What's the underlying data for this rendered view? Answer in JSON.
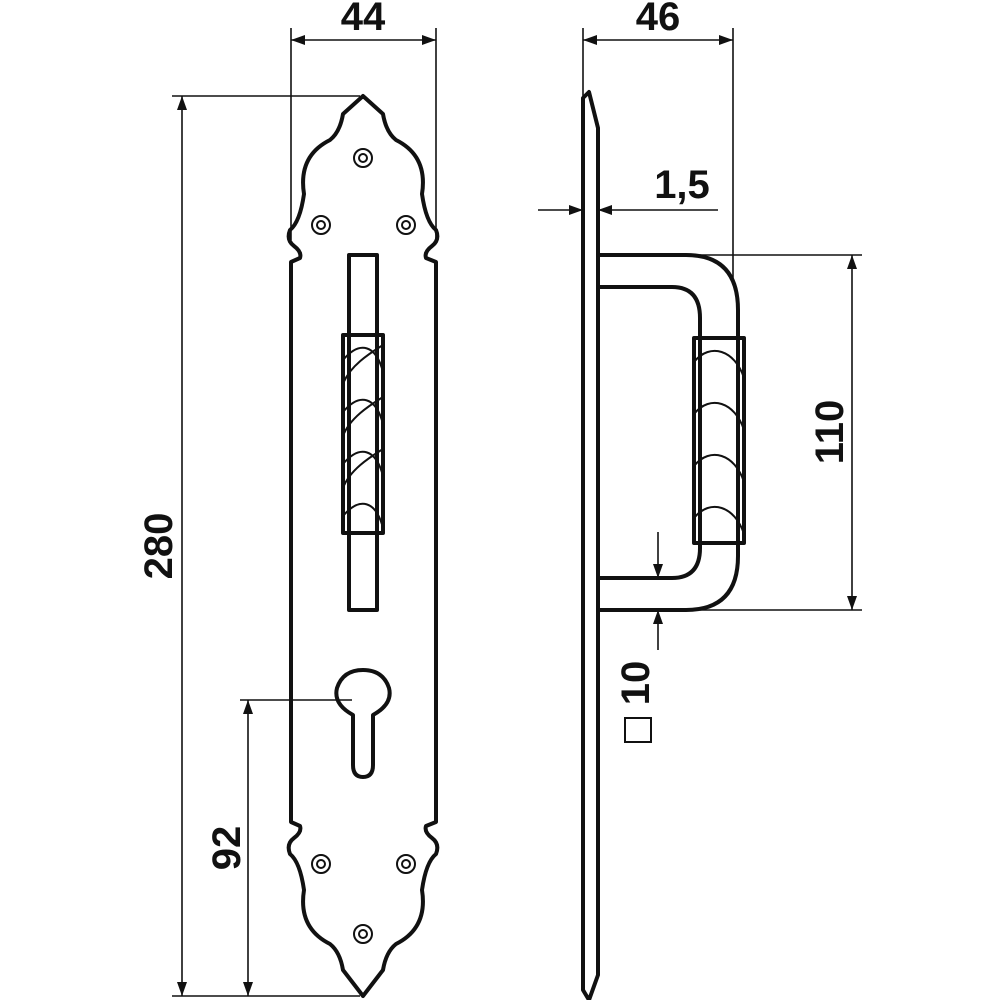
{
  "dimensions": {
    "plate_width": "44",
    "handle_projection": "46",
    "plate_thickness": "1,5",
    "handle_center_distance": "110",
    "overall_height": "280",
    "keyhole_height": "92",
    "bar_section": "10"
  }
}
